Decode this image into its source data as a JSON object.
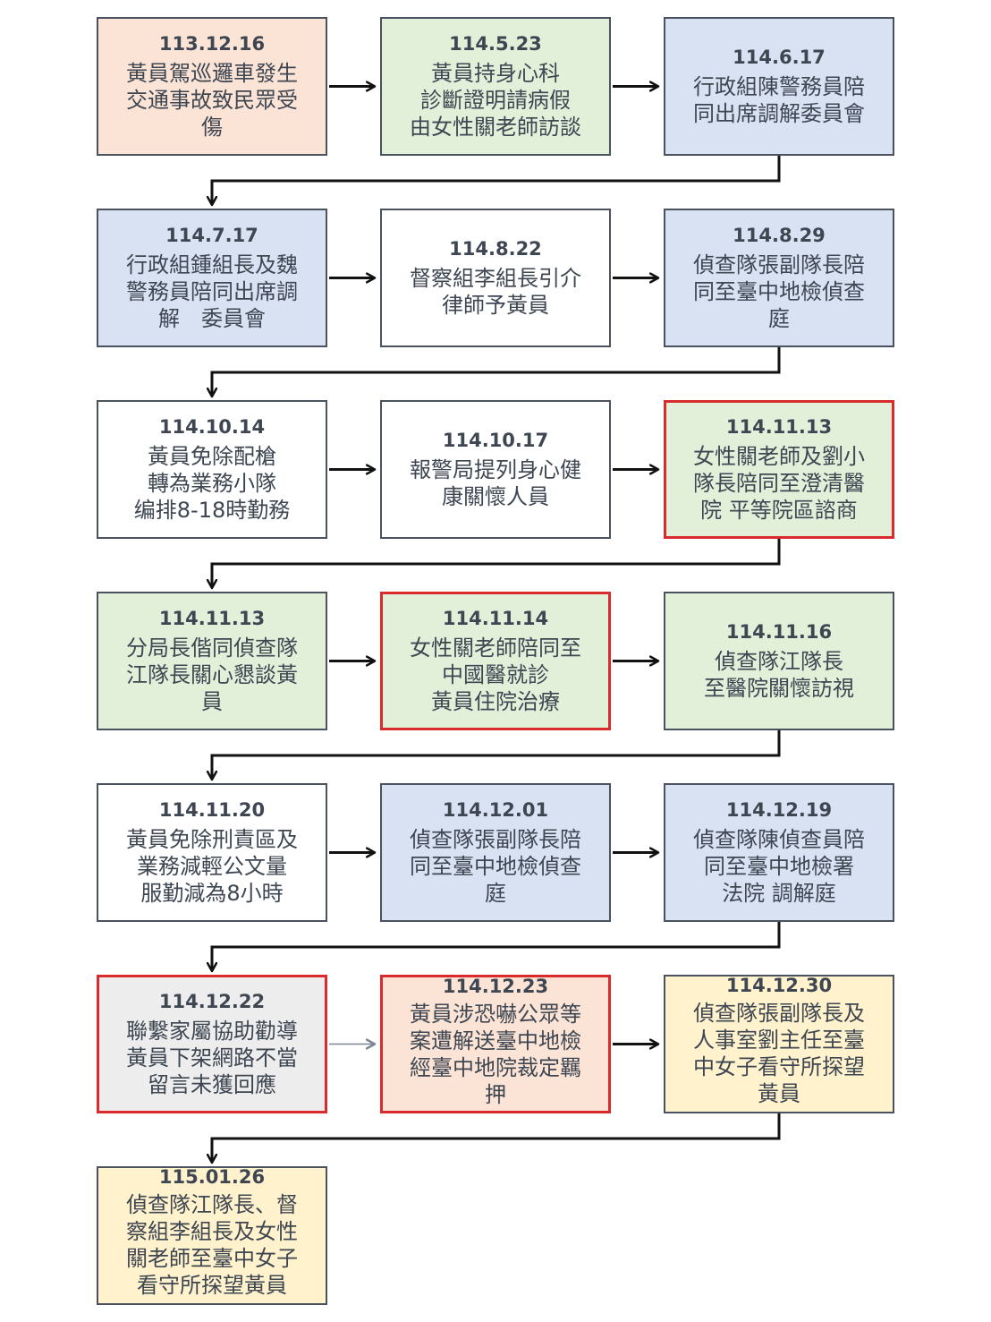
{
  "colors": {
    "peach": "#fbe4d6",
    "green": "#e2efd9",
    "blue": "#d9e2f3",
    "white": "#ffffff",
    "gray": "#ededed",
    "yellow": "#fff2cc",
    "border": "#4a5260",
    "highlight_border": "#d92b2b",
    "text": "#3e4652",
    "arrow": "#111111"
  },
  "nodes": [
    {
      "date": "113.12.16",
      "lines": [
        "黃員駕巡邏車發生",
        "交通事故致民眾受",
        "傷"
      ],
      "color": "peach",
      "highlight": false
    },
    {
      "date": "114.5.23",
      "lines": [
        "黃員持身心科",
        "診斷證明請病假",
        "由女性關老師訪談"
      ],
      "color": "green",
      "highlight": false
    },
    {
      "date": "114.6.17",
      "lines": [
        "行政組陳警務員陪",
        "同出席調解委員會"
      ],
      "color": "blue",
      "highlight": false
    },
    {
      "date": "114.7.17",
      "lines": [
        "行政組鍾組長及魏",
        "警務員陪同出席調",
        "解　委員會"
      ],
      "color": "blue",
      "highlight": false
    },
    {
      "date": "114.8.22",
      "lines": [
        "督察組李組長引介",
        "律師予黃員"
      ],
      "color": "white",
      "highlight": false
    },
    {
      "date": "114.8.29",
      "lines": [
        "偵查隊張副隊長陪",
        "同至臺中地檢偵查",
        "庭"
      ],
      "color": "blue",
      "highlight": false
    },
    {
      "date": "114.10.14",
      "lines": [
        "黃員免除配槍",
        "轉為業務小隊",
        "编排8-18時勤務"
      ],
      "color": "white",
      "highlight": false
    },
    {
      "date": "114.10.17",
      "lines": [
        "報警局提列身心健",
        "康關懷人員"
      ],
      "color": "white",
      "highlight": false
    },
    {
      "date": "114.11.13",
      "lines": [
        "女性關老師及劉小",
        "隊長陪同至澄清醫",
        "院 平等院區諮商"
      ],
      "color": "green",
      "highlight": true
    },
    {
      "date": "114.11.13",
      "lines": [
        "分局長偕同偵查隊",
        "江隊長關心懇談黃",
        "員"
      ],
      "color": "green",
      "highlight": false
    },
    {
      "date": "114.11.14",
      "lines": [
        "女性關老師陪同至",
        "中國醫就診",
        "黃員住院治療"
      ],
      "color": "green",
      "highlight": true
    },
    {
      "date": "114.11.16",
      "lines": [
        "偵查隊江隊長",
        "至醫院關懷訪視"
      ],
      "color": "green",
      "highlight": false
    },
    {
      "date": "114.11.20",
      "lines": [
        "黃員免除刑責區及",
        "業務減輕公文量",
        "服勤減為8小時"
      ],
      "color": "white",
      "highlight": false
    },
    {
      "date": "114.12.01",
      "lines": [
        "偵查隊張副隊長陪",
        "同至臺中地檢偵查",
        "庭"
      ],
      "color": "blue",
      "highlight": false
    },
    {
      "date": "114.12.19",
      "lines": [
        "偵查隊陳偵查員陪",
        "同至臺中地檢署",
        "法院 調解庭"
      ],
      "color": "blue",
      "highlight": false
    },
    {
      "date": "114.12.22",
      "lines": [
        "聯繫家屬協助勸導",
        "黃員下架網路不當",
        "留言未獲回應"
      ],
      "color": "gray",
      "highlight": true
    },
    {
      "date": "114.12.23",
      "lines": [
        "黃員涉恐嚇公眾等",
        "案遭解送臺中地檢",
        "經臺中地院裁定羈",
        "押"
      ],
      "color": "peach",
      "highlight": true
    },
    {
      "date": "114.12.30",
      "lines": [
        "偵查隊張副隊長及",
        "人事室劉主任至臺",
        "中女子看守所探望",
        "黃員"
      ],
      "color": "yellow",
      "highlight": false
    },
    {
      "date": "115.01.26",
      "lines": [
        "偵查隊江隊長、督",
        "察組李組長及女性",
        "關老師至臺中女子",
        "看守所探望黃員"
      ],
      "color": "yellow",
      "highlight": false
    }
  ]
}
